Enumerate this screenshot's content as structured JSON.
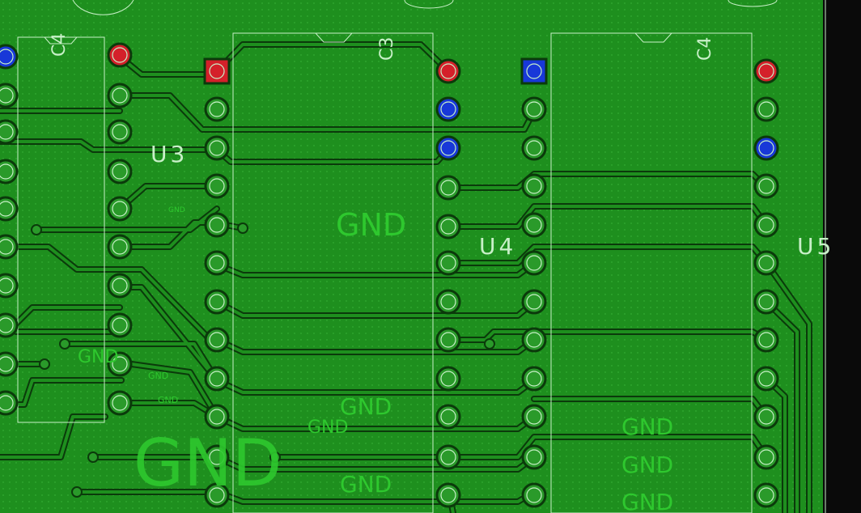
{
  "labels": {
    "c4_left": "C4",
    "c3": "C3",
    "c4_right": "C4",
    "u3": "U3",
    "u4": "U4",
    "u5": "U5",
    "gnd_center": "GND",
    "gnd_left": "GND",
    "gnd_big": "GND",
    "gnd_a": "GND",
    "gnd_b": "GND",
    "gnd_c": "GND",
    "gnd_d": "GND",
    "gnd_e": "GND",
    "gnd_f": "GND",
    "gnd_small_1": "GND",
    "gnd_small_2": "GND",
    "gnd_small_3": "GND"
  },
  "colors": {
    "copper": "#1e8f1e",
    "silk": "#c8f0c8",
    "pad_red": "#d4202a",
    "pad_blue": "#1838d8",
    "text_green": "#2ec82e"
  }
}
